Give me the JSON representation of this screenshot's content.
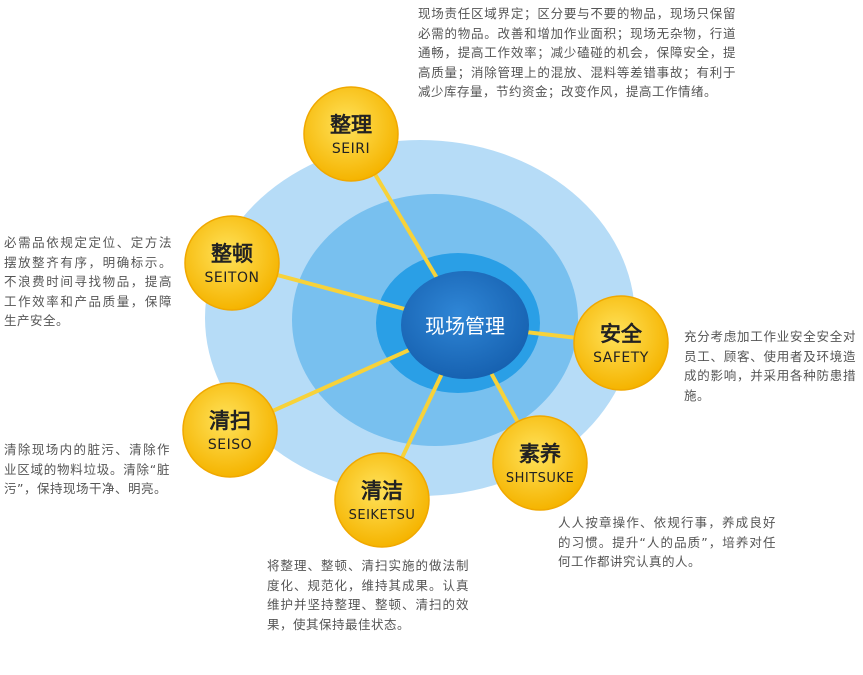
{
  "center": {
    "label": "现场管理"
  },
  "colors": {
    "outer_ring": "#b6dcf7",
    "middle_ring": "#78c0ef",
    "inner_ring": "#2a9fe6",
    "core": "#1d6fc0",
    "node_fill": "#f9c21c",
    "node_edge": "#f0a800",
    "connector": "#f7d23a",
    "text_dark": "#222222",
    "desc_text": "#555555"
  },
  "nodes": [
    {
      "id": "seiri",
      "zh": "整理",
      "en": "SEIRI",
      "desc": "现场责任区域界定；区分要与不要的物品，现场只保留必需的物品。改善和增加作业面积；现场无杂物，行道通畅，提高工作效率；减少磕碰的机会，保障安全，提高质量；消除管理上的混放、混料等差错事故；有利于减少库存量，节约资金；改变作风，提高工作情绪。"
    },
    {
      "id": "seiton",
      "zh": "整顿",
      "en": "SEITON",
      "desc": "必需品依规定定位、定方法摆放整齐有序，明确标示。不浪费时间寻找物品，提高工作效率和产品质量，保障生产安全。"
    },
    {
      "id": "seiso",
      "zh": "清扫",
      "en": "SEISO",
      "desc": "清除现场内的脏污、清除作业区域的物料垃圾。清除“脏污”，保持现场干净、明亮。"
    },
    {
      "id": "seiketsu",
      "zh": "清洁",
      "en": "SEIKETSU",
      "desc": "将整理、整顿、清扫实施的做法制度化、规范化，维持其成果。认真维护并坚持整理、整顿、清扫的效果，使其保持最佳状态。"
    },
    {
      "id": "shitsuke",
      "zh": "素养",
      "en": "SHITSUKE",
      "desc": "人人按章操作、依规行事，养成良好的习惯。提升“人的品质”，培养对任何工作都讲究认真的人。"
    },
    {
      "id": "safety",
      "zh": "安全",
      "en": "SAFETY",
      "desc": "充分考虑加工作业安全安全对员工、顾客、使用者及环境造成的影响，并采用各种防患措施。"
    }
  ]
}
